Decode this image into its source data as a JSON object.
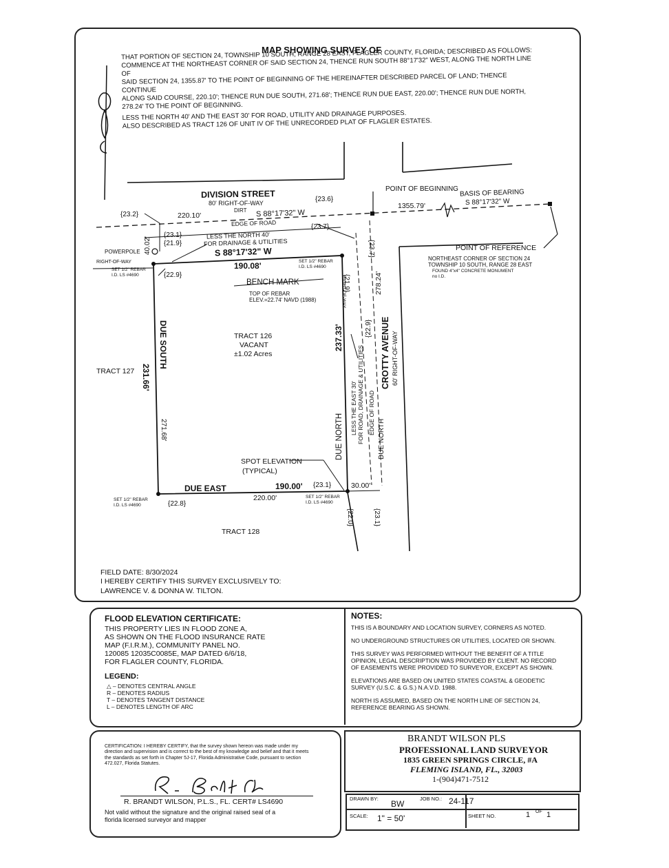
{
  "header": {
    "title": "MAP SHOWING SURVEY OF",
    "description": [
      "THAT PORTION OF SECTION 24, TOWNSHIP 10 SOUTH, RANGE 28 EAST, FLAGLER COUNTY, FLORIDA; DESCRIBED AS FOLLOWS:\nCOMMENCE AT THE NORTHEAST CORNER OF SAID SECTION 24, THENCE RUN SOUTH 88°17'32\" WEST, ALONG THE NORTH LINE OF\nSAID SECTION 24, 1355.87' TO THE POINT OF BEGINNING OF THE HEREINAFTER DESCRIBED PARCEL OF LAND; THENCE CONTINUE\nALONG SAID COURSE, 220.10'; THENCE RUN DUE SOUTH, 271.68'; THENCE RUN DUE EAST, 220.00'; THENCE RUN DUE NORTH,\n278.24' TO THE POINT OF BEGINNING.",
      "LESS THE NORTH 40' AND THE EAST 30' FOR ROAD, UTILITY AND DRAINAGE PURPOSES.\nALSO DESCRIBED AS TRACT 126 OF UNIT IV OF THE UNRECORDED PLAT OF FLAGLER ESTATES."
    ]
  },
  "map": {
    "north_arrow": "north-arrow-icon",
    "division_street": "DIVISION STREET",
    "division_row": "80' RIGHT-OF-WAY",
    "division_dirt": "DIRT",
    "top_bearing": "S 88°17'32\" W",
    "dist_220_10": "220.10'",
    "dist_1355_79": "1355.79'",
    "point_of_beginning": "POINT OF BEGINNING",
    "basis_of_bearing": "BASIS OF BEARING",
    "basis_bearing_value": "S 88°17'32\" W",
    "edge_of_road": "EDGE OF ROAD",
    "el_23_6": "{23.6}",
    "el_23_2": "{23.2}",
    "el_23_7": "{23.7}",
    "el_23_1a": "{23.1}",
    "el_21_9": "{21.9}",
    "dist_40_02": "40.02'",
    "less_north_40": "LESS THE NORTH 40'",
    "for_drainage": "FOR DRAINAGE & UTILITIES",
    "powerpole": "POWERPOLE",
    "right_of_way": "RIGHT-OF-WAY",
    "north_bearing": "S 88°17'32\" W",
    "north_dist": "190.08'",
    "rebar_ne_1": "SET 1/2\" REBAR",
    "rebar_ne_2": "I.D. LS #4690",
    "rebar_nw_1": "SET 1/2\" REBAR",
    "rebar_nw_2": "I.D. LS #4690",
    "el_22_9a": "{22.9}",
    "point_of_reference": "POINT OF REFERENCE",
    "ref_line1": "NORTHEAST CORNER OF SECTION 24",
    "ref_line2": "TOWNSHIP 10 SOUTH, RANGE 28 EAST",
    "ref_line3": "FOUND 4\"x4\" CONCRETE MONUMENT",
    "ref_line4": "no I.D.",
    "bench_mark": "BENCH MARK",
    "bm_line1": "TOP OF REBAR",
    "bm_line2": "ELEV.=22.74' NAVD (1988)",
    "el_21_9b": "{21.9}",
    "el_23_7b": "{23.7}",
    "dist_278_24": "278.24'",
    "tract126": "TRACT 126",
    "vacant": "VACANT",
    "acres": "±1.02 Acres",
    "due_south": "DUE SOUTH",
    "dist_231_66": "231.66'",
    "dist_271_68": "271.68'",
    "tract127": "TRACT 127",
    "dist_237_33": "237.33'",
    "due_north": "DUE NORTH",
    "less_east_30": "LESS THE EAST 30'",
    "for_road": "FOR ROAD, DRAINAGE & UTILITIES",
    "el_22_9b": "{22.9}",
    "edge_of_road_v": "EDGE OF ROAD",
    "crotty_avenue": "CROTTY AVENUE",
    "crotty_row": "60' RIGHT-OF-WAY",
    "due_north_2": "DUE NORTH",
    "spot_elevation": "SPOT ELEVATION",
    "typical": "(TYPICAL)",
    "due_east": "DUE EAST",
    "south_dist": "190.00'",
    "el_23_1b": "{23.1}",
    "dist_30_00": "30.00'",
    "dist_220_00": "220.00'",
    "el_22_8": "{22.8}",
    "rebar_sw_1": "SET 1/2\" REBAR",
    "rebar_sw_2": "I.D. LS #4690",
    "rebar_se_1": "SET 1/2\" REBAR",
    "rebar_se_2": "I.D. LS #4690",
    "el_22_0": "{22.0}",
    "el_23_1c": "{23.1}",
    "tract128": "TRACT 128",
    "right_of_way_v": "RIGHT-OF-WAY"
  },
  "certification_top": {
    "field_date": "FIELD DATE: 8/30/2024",
    "certify": "I HEREBY CERTIFY THIS SURVEY EXCLUSIVELY TO:",
    "clients": "LAWRENCE V. & DONNA W. TILTON."
  },
  "flood": {
    "title": "FLOOD ELEVATION CERTIFICATE:",
    "lines": [
      "THIS PROPERTY LIES IN FLOOD ZONE A,",
      "AS SHOWN ON THE FLOOD INSURANCE RATE",
      "MAP (F.I.R.M.), COMMUNITY PANEL NO.",
      "120085 12035C0085E, MAP DATED 6/6/18,",
      "FOR FLAGLER COUNTY, FLORIDA."
    ]
  },
  "legend": {
    "title": "LEGEND:",
    "items": [
      "△ –  DENOTES CENTRAL ANGLE",
      "R –  DENOTES RADIUS",
      "T –  DENOTES TANGENT DISTANCE",
      "L –  DENOTES LENGTH OF ARC"
    ]
  },
  "notes": {
    "title": "NOTES:",
    "items": [
      "THIS IS A BOUNDARY AND LOCATION SURVEY, CORNERS AS NOTED.",
      "NO UNDERGROUND STRUCTURES OR UTILITIES, LOCATED OR SHOWN.",
      "THIS SURVEY WAS PERFORMED WITHOUT THE BENEFIT OF A TITLE\nOPINION, LEGAL DESCRIPTION WAS PROVIDED BY CLIENT.  NO RECORD\nOF EASEMENTS WERE PROVIDED TO SURVEYOR, EXCEPT AS SHOWN.",
      "ELEVATIONS ARE BASED ON UNITED STATES COASTAL & GEODETIC\nSURVEY (U.S.C. & G.S.) N.A.V.D. 1988.",
      "NORTH IS ASSUMED, BASED ON THE NORTH LINE OF SECTION 24,\nREFERENCE BEARING AS SHOWN."
    ]
  },
  "signature_block": {
    "cert_text": "CERTIFICATION: I HEREBY CERTIFY, that the survey shown hereon was made under my direction and supervision and is correct to the best of my knowledge and belief and that it meets the standards as set forth in Chapter 5J-17, Florida Administrative Code, pursuant to section 472.027, Florida Statutes.",
    "surveyor": "R. BRANDT WILSON, P.L.S., FL. CERT# LS4690",
    "validity": "Not valid without the signature and the original raised seal of a florida licensed surveyor and mapper"
  },
  "company": {
    "name": "BRANDT WILSON PLS",
    "profession": "PROFESSIONAL LAND SURVEYOR",
    "address1": "1835 GREEN SPRINGS CIRCLE, #A",
    "address2": "FLEMING ISLAND, FL., 32003",
    "phone": "1-(904)471-7512"
  },
  "title_block": {
    "drawn_by_label": "DRAWN BY:",
    "drawn_by": "BW",
    "job_no_label": "JOB NO.:",
    "job_no": "24-117",
    "scale_label": "SCALE:",
    "scale": "1\" = 50'",
    "sheet_label": "SHEET NO.",
    "sheet_num": "1",
    "sheet_of": "OF",
    "sheet_total": "1"
  }
}
